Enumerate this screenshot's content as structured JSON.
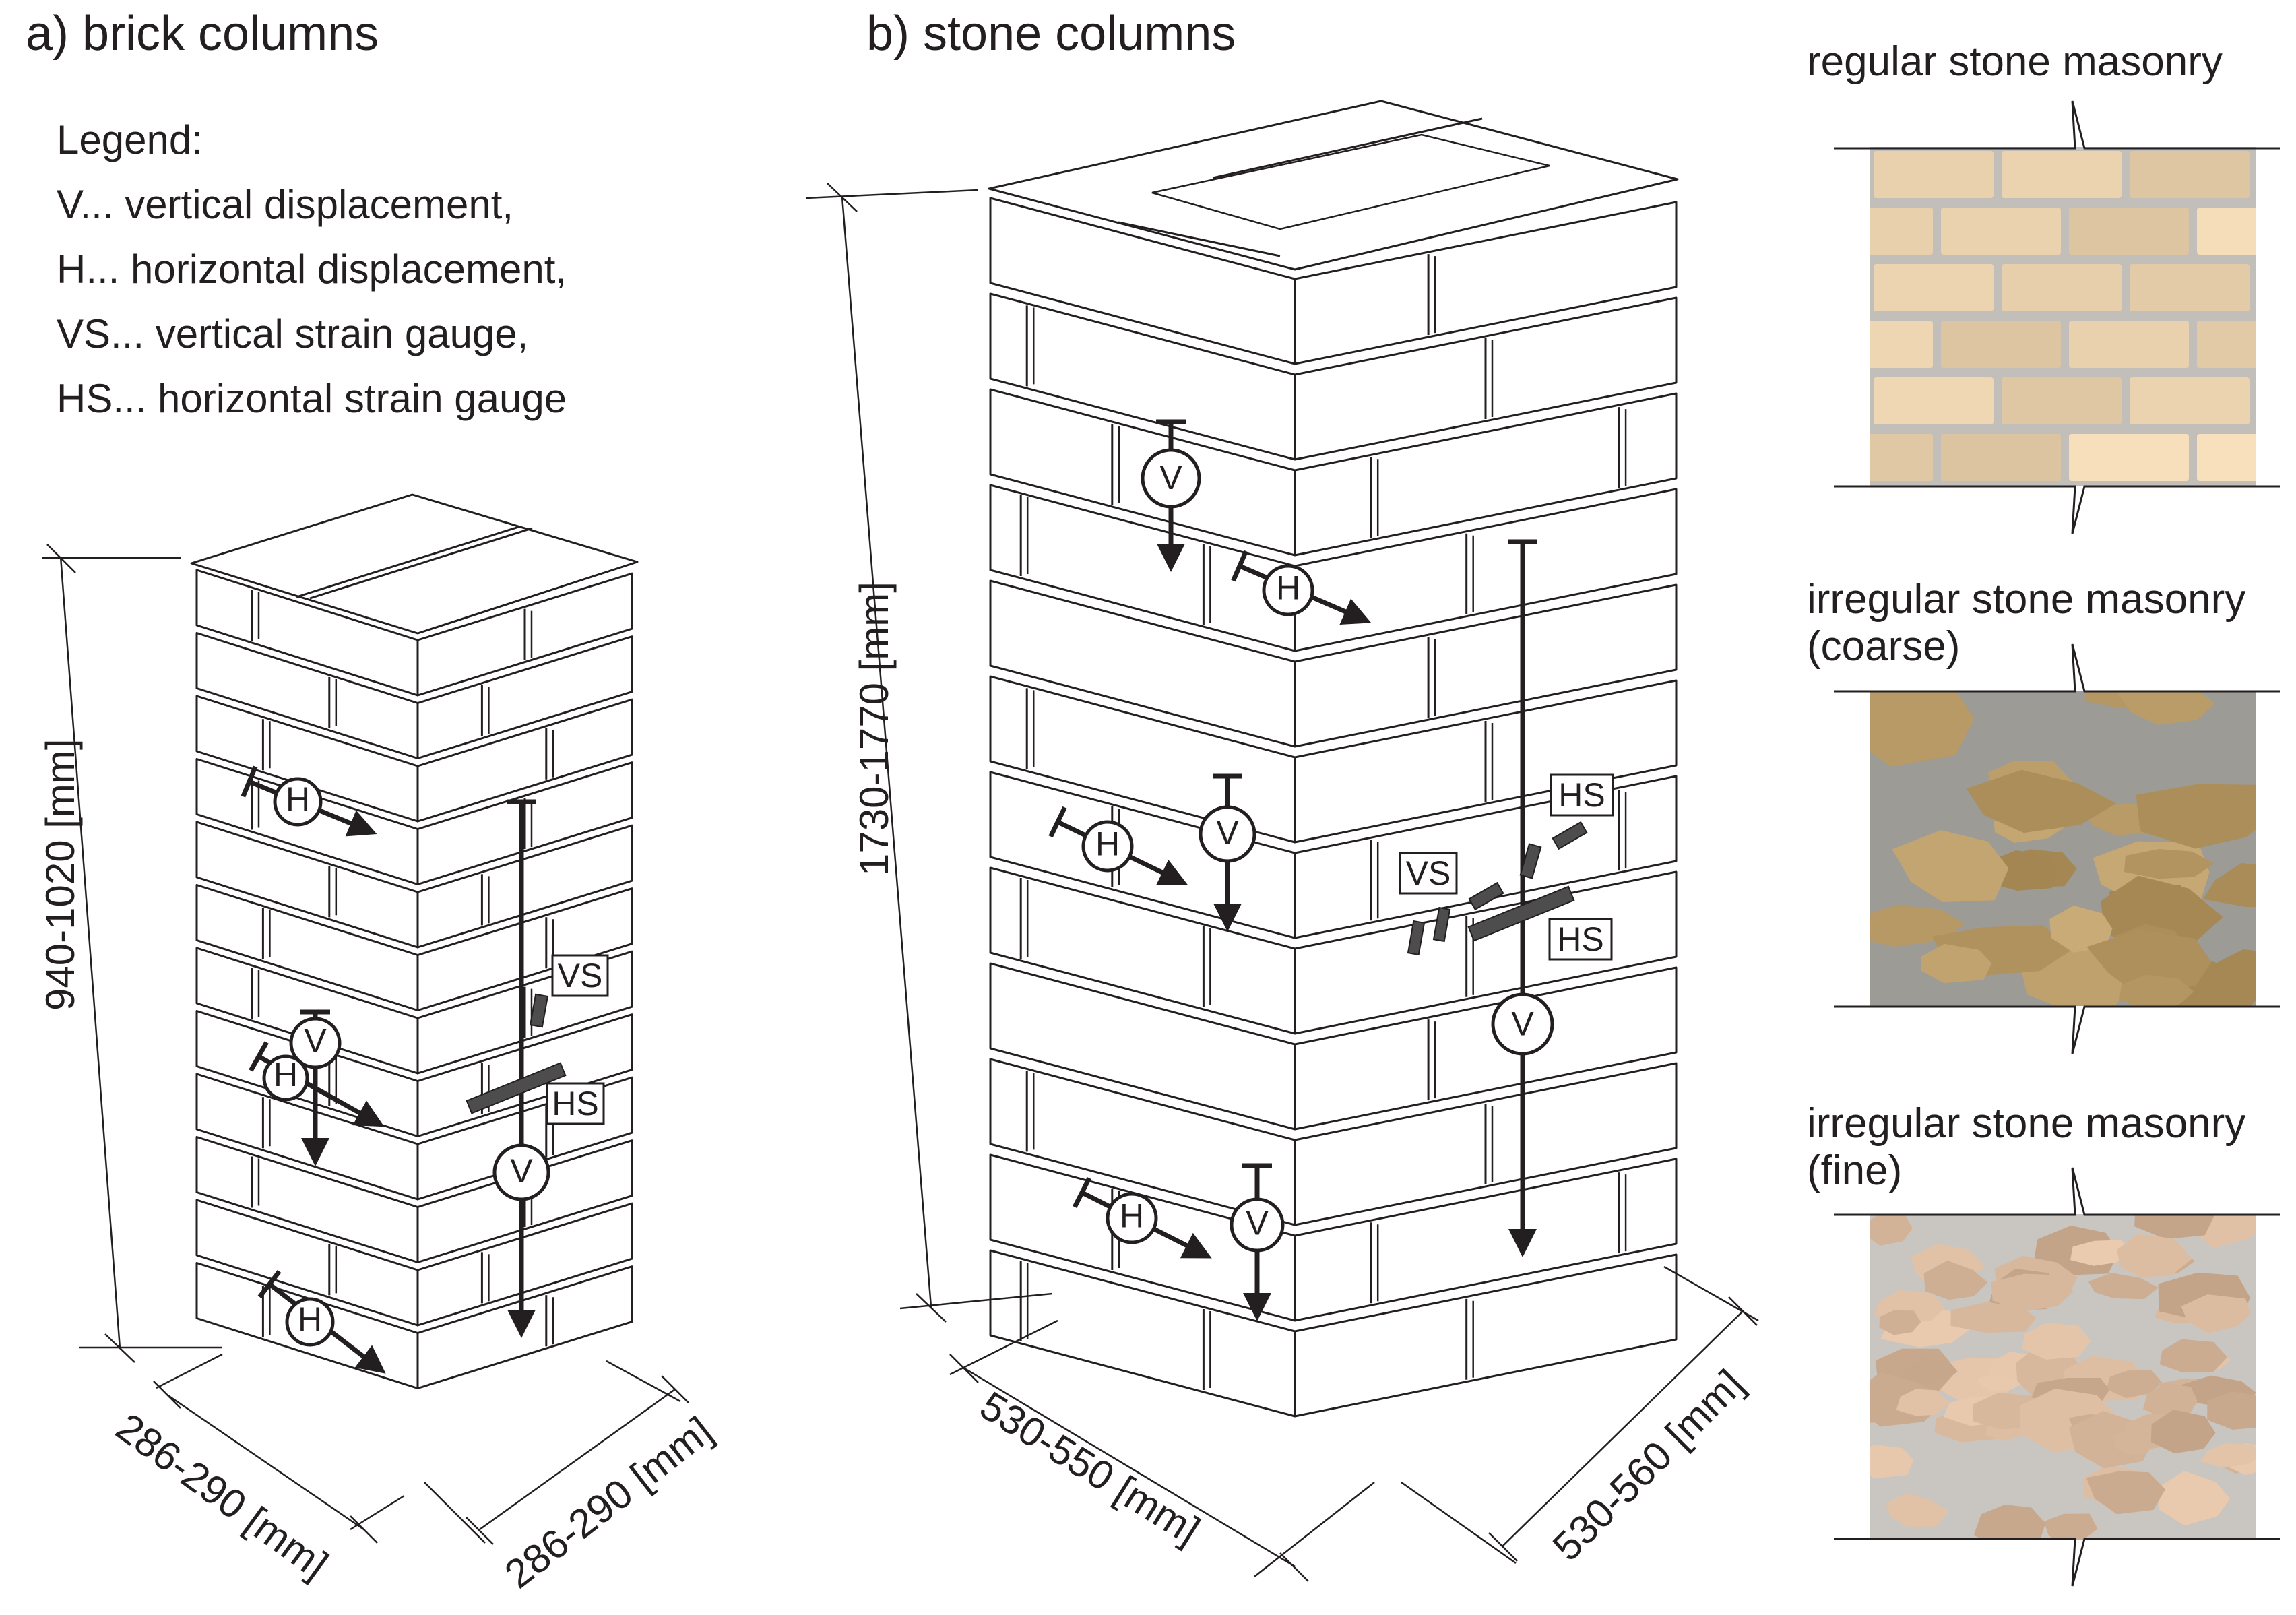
{
  "titles": {
    "brick": "a) brick columns",
    "stone": "b) stone columns"
  },
  "legend": {
    "heading": "Legend:",
    "items": [
      "V... vertical displacement,",
      "H... horizontal displacement,",
      "VS...  vertical strain gauge,",
      "HS...  horizontal strain gauge"
    ]
  },
  "symbols": {
    "vertical": "V",
    "horizontal": "H",
    "vertical_gauge": "VS",
    "horizontal_gauge": "HS"
  },
  "brick_dims": {
    "height": "940-1020 [mm]",
    "width_left": "286-290 [mm]",
    "width_right": "286-290 [mm]"
  },
  "stone_dims": {
    "height": "1730-1770 [mm]",
    "width_left": "530-550 [mm]",
    "width_right": "530-560 [mm]"
  },
  "textures": [
    {
      "title": [
        "regular stone masonry"
      ],
      "type": "regular"
    },
    {
      "title": [
        "irregular stone masonry",
        "(coarse)"
      ],
      "type": "coarse"
    },
    {
      "title": [
        "irregular stone masonry",
        "(fine)"
      ],
      "type": "fine"
    }
  ],
  "colors": {
    "ink": "#231f20",
    "gauge": "#4d4d4d",
    "regular_stone": "#e3c9ac",
    "regular_mortar": "#c2bfba",
    "coarse_stone": "#b89a66",
    "coarse_mortar": "#9c9b95",
    "fine_stone": "#d8b89c",
    "fine_mortar": "#c9c6c1"
  }
}
